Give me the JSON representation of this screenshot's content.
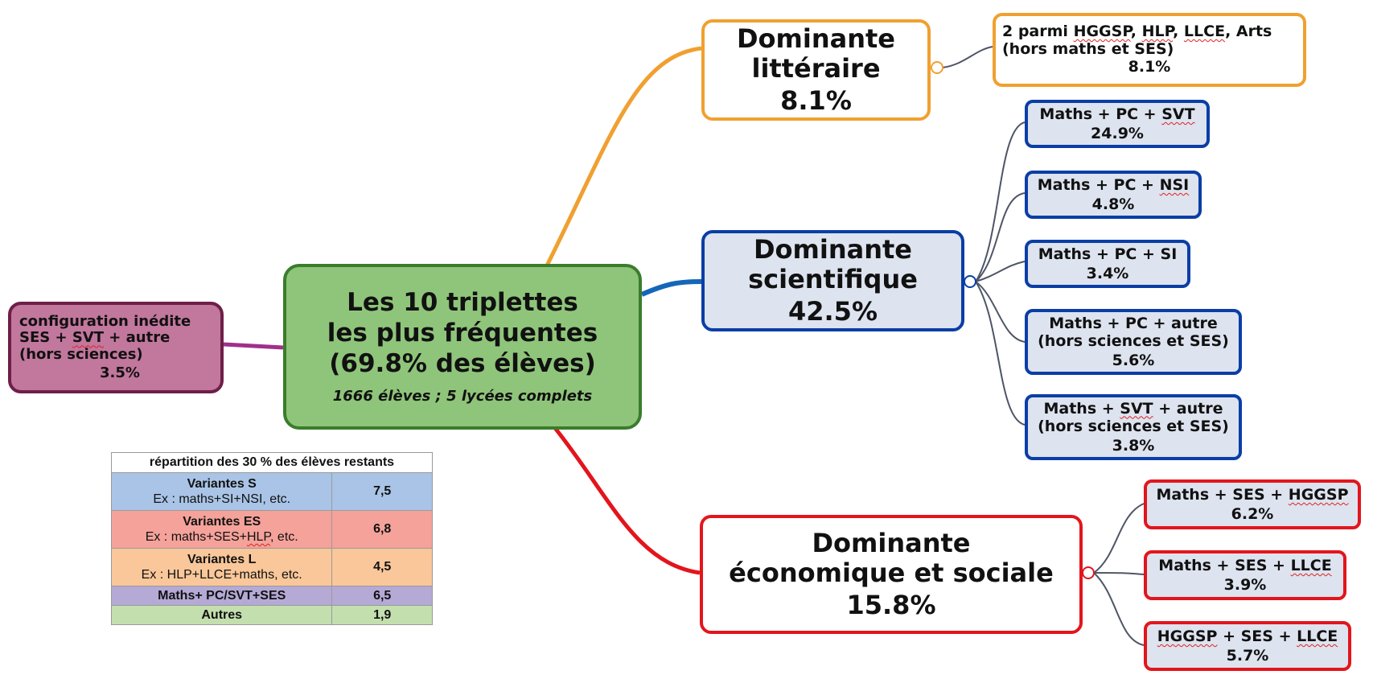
{
  "center": {
    "title_lines": [
      "Les 10 triplettes",
      "les plus fréquentes",
      "(69.8% des élèves)"
    ],
    "subtitle": "1666 élèves ; 5 lycées complets"
  },
  "left_node": {
    "lines": [
      "configuration inédite",
      "SES + SVT + autre",
      "(hors sciences)"
    ],
    "pct": "3.5%"
  },
  "dominantes": {
    "litteraire": {
      "lines": [
        "Dominante",
        "littéraire"
      ],
      "pct": "8.1%",
      "leaves": [
        {
          "lines": [
            "2 parmi HGGSP, HLP, LLCE, Arts",
            "(hors maths et SES)"
          ],
          "pct": "8.1%"
        }
      ]
    },
    "scientifique": {
      "lines": [
        "Dominante",
        "scientifique"
      ],
      "pct": "42.5%",
      "leaves": [
        {
          "lines": [
            "Maths + PC + SVT"
          ],
          "pct": "24.9%"
        },
        {
          "lines": [
            "Maths + PC + NSI"
          ],
          "pct": "4.8%"
        },
        {
          "lines": [
            "Maths + PC + SI"
          ],
          "pct": "3.4%"
        },
        {
          "lines": [
            "Maths + PC + autre",
            "(hors sciences et SES)"
          ],
          "pct": "5.6%"
        },
        {
          "lines": [
            "Maths + SVT + autre",
            "(hors sciences et SES)"
          ],
          "pct": "3.8%"
        }
      ]
    },
    "economique": {
      "lines": [
        "Dominante",
        "économique et sociale"
      ],
      "pct": "15.8%",
      "leaves": [
        {
          "lines": [
            "Maths + SES + HGGSP"
          ],
          "pct": "6.2%"
        },
        {
          "lines": [
            "Maths + SES + LLCE"
          ],
          "pct": "3.9%"
        },
        {
          "lines": [
            "HGGSP + SES + LLCE"
          ],
          "pct": "5.7%"
        }
      ]
    }
  },
  "table": {
    "header": "répartition des 30 % des élèves restants",
    "rows": [
      {
        "label": "Variantes S",
        "example": "Ex : maths+SI+NSI, etc.",
        "value": "7,5",
        "color": "#a9c4e6"
      },
      {
        "label": "Variantes ES",
        "example": "Ex : maths+SES+HLP, etc.",
        "value": "6,8",
        "color": "#f4a29a"
      },
      {
        "label": "Variantes L",
        "example": "Ex : HLP+LLCE+maths, etc.",
        "value": "4,5",
        "color": "#f9c79a"
      },
      {
        "label": "Maths+ PC/SVT+SES",
        "example": "",
        "value": "6,5",
        "color": "#b5a9d6"
      },
      {
        "label": "Autres",
        "example": "",
        "value": "1,9",
        "color": "#c4dfae"
      }
    ]
  },
  "colors": {
    "litteraire": "#f0a030",
    "scientifique": "#0a3ea6",
    "economique": "#e3151c",
    "center": "#8fc57a",
    "left": "#c2779d",
    "wire": "#4d5566"
  }
}
